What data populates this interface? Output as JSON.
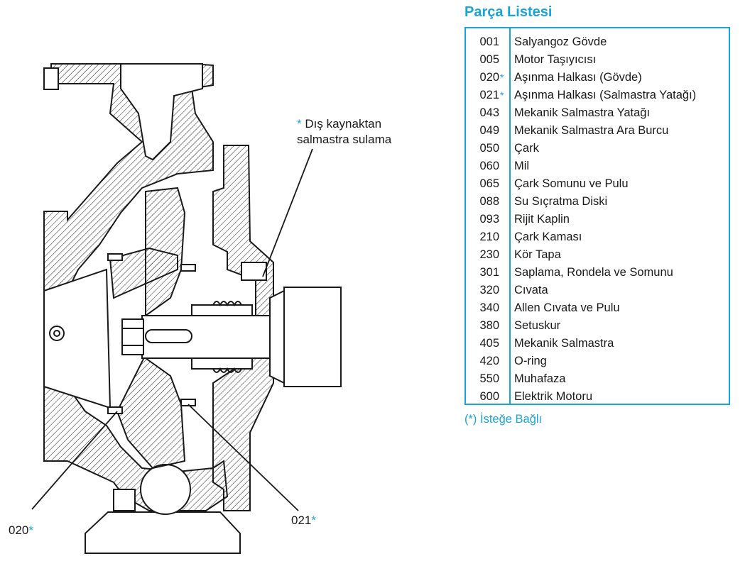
{
  "title": "Parça Listesi",
  "parts": [
    {
      "code": "001",
      "star": "",
      "name": "Salyangoz Gövde"
    },
    {
      "code": "005",
      "star": "",
      "name": "Motor Taşıyıcısı"
    },
    {
      "code": "020",
      "star": "*",
      "name": "Aşınma Halkası (Gövde)"
    },
    {
      "code": "021",
      "star": "*",
      "name": "Aşınma Halkası (Salmastra Yatağı)"
    },
    {
      "code": "043",
      "star": "",
      "name": "Mekanik Salmastra Yatağı"
    },
    {
      "code": "049",
      "star": "",
      "name": "Mekanik Salmastra Ara Burcu"
    },
    {
      "code": "050",
      "star": "",
      "name": "Çark"
    },
    {
      "code": "060",
      "star": "",
      "name": "Mil"
    },
    {
      "code": "065",
      "star": "",
      "name": "Çark Somunu ve Pulu"
    },
    {
      "code": "088",
      "star": "",
      "name": "Su Sıçratma Diski"
    },
    {
      "code": "093",
      "star": "",
      "name": "Rijit Kaplin"
    },
    {
      "code": "210",
      "star": "",
      "name": "Çark Kaması"
    },
    {
      "code": "230",
      "star": "",
      "name": "Kör Tapa"
    },
    {
      "code": "301",
      "star": "",
      "name": "Saplama, Rondela ve Somunu"
    },
    {
      "code": "320",
      "star": "",
      "name": "Cıvata"
    },
    {
      "code": "340",
      "star": "",
      "name": "Allen Cıvata ve Pulu"
    },
    {
      "code": "380",
      "star": "",
      "name": "Setuskur"
    },
    {
      "code": "405",
      "star": "",
      "name": "Mekanik Salmastra"
    },
    {
      "code": "420",
      "star": "",
      "name": "O-ring"
    },
    {
      "code": "550",
      "star": "",
      "name": "Muhafaza"
    },
    {
      "code": "600",
      "star": "",
      "name": "Elektrik Motoru"
    }
  ],
  "optional_note": "(*) İsteğe Bağlı",
  "callouts": {
    "flush_star": "*",
    "flush_line1": "Dış kaynaktan",
    "flush_line2": "salmastra sulama",
    "ring_020": "020",
    "ring_020_star": "*",
    "ring_021": "021",
    "ring_021_star": "*"
  },
  "colors": {
    "accent": "#1aa3d9",
    "line": "#1a1a1a",
    "table_border": "#1aa3d9"
  }
}
